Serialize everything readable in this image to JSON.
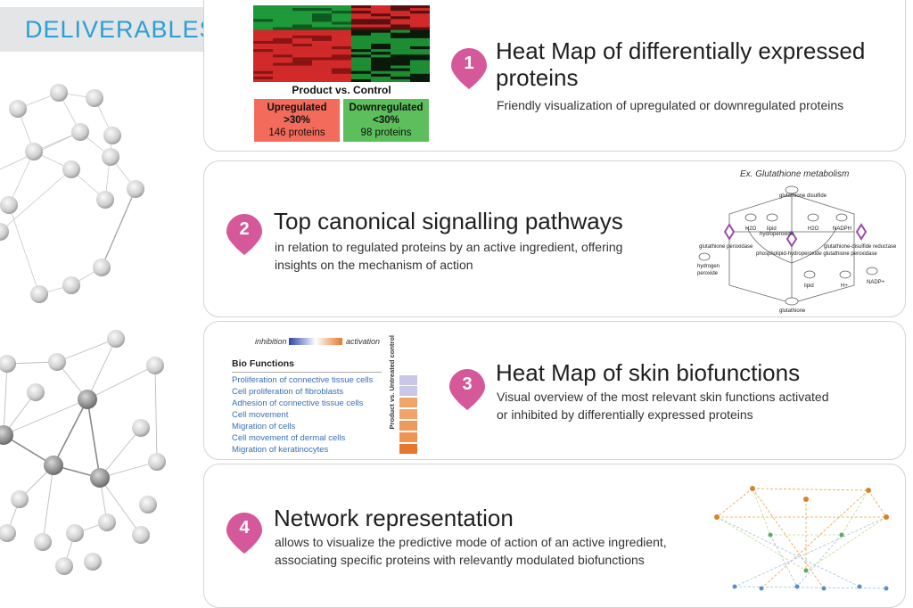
{
  "header": {
    "title": "DELIVERABLES"
  },
  "items": [
    {
      "number": "1",
      "title_line1": "Heat Map of differentially expressed",
      "title_line2": "proteins",
      "description": "Friendly visualization of upregulated or downregulated proteins"
    },
    {
      "number": "2",
      "title": "Top canonical signalling pathways",
      "description_line1": "in relation to regulated proteins by an active ingredient, offering",
      "description_line2": "insights on the mechanism of action"
    },
    {
      "number": "3",
      "title": "Heat Map of skin biofunctions",
      "description_line1": "Visual overview of the most relevant skin functions activated",
      "description_line2": "or inhibited by differentially expressed proteins"
    },
    {
      "number": "4",
      "title": "Network representation",
      "description_line1": "allows to visualize the predictive mode of action of an active ingredient,",
      "description_line2": "associating specific proteins with relevantly modulated biofunctions"
    }
  ],
  "heatmap": {
    "caption": "Product vs. Control",
    "upregulated": {
      "label": "Upregulated",
      "threshold": ">30%",
      "count": "146 proteins",
      "color": "#f26b5b"
    },
    "downregulated": {
      "label": "Downregulated",
      "threshold": "<30%",
      "count": "98 proteins",
      "color": "#5cbf5c"
    }
  },
  "pathway": {
    "caption": "Ex. Glutathione metabolism",
    "labels": {
      "glutathione_disulfide": "glutathione disulfide",
      "h2o_a": "H2O",
      "lipid": "lipid",
      "hydroperoxide": "hydroperoxide",
      "h2o_b": "H2O",
      "nadph": "NADPH",
      "glutathione_peroxidase": "glutathione peroxidase",
      "phospholipid": "phospholipid-hydroperoxide glutathione peroxidase",
      "reductase": "glutathione-disulfide reductase",
      "hydrogen": "hydrogen",
      "peroxide": "peroxide",
      "lipid2": "lipid",
      "hplus": "H+",
      "nadp": "NADP+",
      "glutathione": "glutathione"
    }
  },
  "biofunctions": {
    "legend_left": "inhibition",
    "legend_right": "activation",
    "header": "Bio Functions",
    "column_header": "Product vs. Untreated control",
    "rows": [
      {
        "label": "Proliferation of connective tissue cells",
        "color": "#c9c6e6"
      },
      {
        "label": "Cell proliferation of fibroblasts",
        "color": "#c9c6e6"
      },
      {
        "label": "Adhesion of connective tissue cells",
        "color": "#f0a46a"
      },
      {
        "label": "Cell movement",
        "color": "#f0a46a"
      },
      {
        "label": "Migration of cells",
        "color": "#ef9a5c"
      },
      {
        "label": "Cell movement of dermal cells",
        "color": "#ee9555"
      },
      {
        "label": "Migration of keratinocytes",
        "color": "#e8772e"
      }
    ]
  },
  "colors": {
    "title_blue": "#2a9fd6",
    "pin_pink": "#d4589a",
    "title_box": "#e4e5e6"
  }
}
